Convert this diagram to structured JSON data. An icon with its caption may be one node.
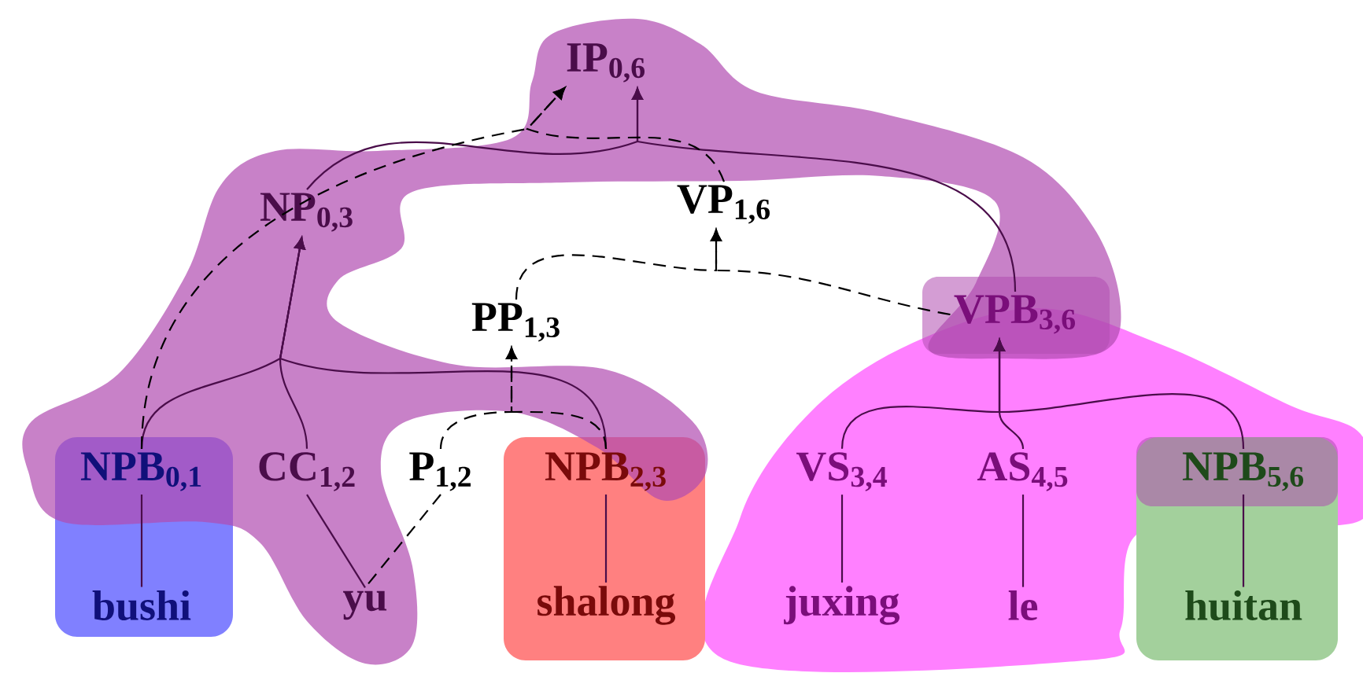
{
  "diagram": {
    "nodes": [
      {
        "text": [
          "IP$_{0,6}$"
        ]
      },
      {
        "text": [
          "NP$_{0,3}$"
        ]
      },
      {
        "text": [
          "VP$_{1,6}$"
        ]
      },
      {
        "text": [
          "PP$_{1,3}$"
        ]
      },
      {
        "text": [
          "VPB$_{3,6}$"
        ]
      },
      {
        "text": [
          "NPB$_{0,1}$"
        ]
      },
      {
        "text": [
          "CC$_{1,2}$"
        ]
      },
      {
        "text": [
          "P$_{1,2}$"
        ]
      },
      {
        "text": [
          "NPB$_{2,3}$"
        ]
      },
      {
        "text": [
          "VS$_{3,4}$"
        ]
      },
      {
        "text": [
          "AS$_{4,5}$"
        ]
      },
      {
        "text": [
          "NPB$_{5,6}$"
        ]
      },
      {
        "text": [
          "bushi"
        ]
      },
      {
        "text": [
          "yu"
        ]
      },
      {
        "text": [
          "shalong"
        ]
      },
      {
        "text": [
          "juxing"
        ]
      },
      {
        "text": [
          "le"
        ]
      },
      {
        "text": [
          "huitan"
        ]
      }
    ],
    "edges": [
      {
        "from": 5,
        "to": 1,
        "arrow": "to"
      },
      {
        "from": 6,
        "to": 1,
        "arrow": "to"
      },
      {
        "from": 8,
        "to": 1,
        "arrow": "to"
      },
      {
        "from": 1,
        "to": 0,
        "arrow": "to"
      },
      {
        "from": 4,
        "to": 0,
        "arrow": "to"
      },
      {
        "from": 5,
        "to": 0,
        "arrow": "to",
        "style": "dashed",
        "color": "#000000"
      },
      {
        "from": 2,
        "to": 0,
        "arrow": "to",
        "style": "dashed",
        "color": "#000000"
      },
      {
        "from": 3,
        "to": 2,
        "arrow": "to",
        "style": "dashed",
        "color": "#000000"
      },
      {
        "from": 4,
        "to": 2,
        "arrow": "to",
        "style": "dashed",
        "color": "#000000"
      },
      {
        "from": 7,
        "to": 3,
        "arrow": "to",
        "style": "dashed",
        "color": "#000000"
      },
      {
        "from": 8,
        "to": 3,
        "arrow": "to",
        "style": "dashed",
        "color": "#000000"
      },
      {
        "from": 9,
        "to": 4,
        "arrow": "to"
      },
      {
        "from": 10,
        "to": 4,
        "arrow": "to"
      },
      {
        "from": 11,
        "to": 4,
        "arrow": "to"
      },
      {
        "from": 5,
        "to": 12,
        "arrow": "none"
      },
      {
        "from": 6,
        "to": 13,
        "arrow": "none"
      },
      {
        "from": 7,
        "to": 13,
        "arrow": "none",
        "style": "dashed",
        "color": "#000000"
      },
      {
        "from": 8,
        "to": 14,
        "arrow": "none"
      },
      {
        "from": 9,
        "to": 15,
        "arrow": "none"
      },
      {
        "from": 10,
        "to": 16,
        "arrow": "none"
      },
      {
        "from": 11,
        "to": 17,
        "arrow": "none"
      }
    ]
  }
}
